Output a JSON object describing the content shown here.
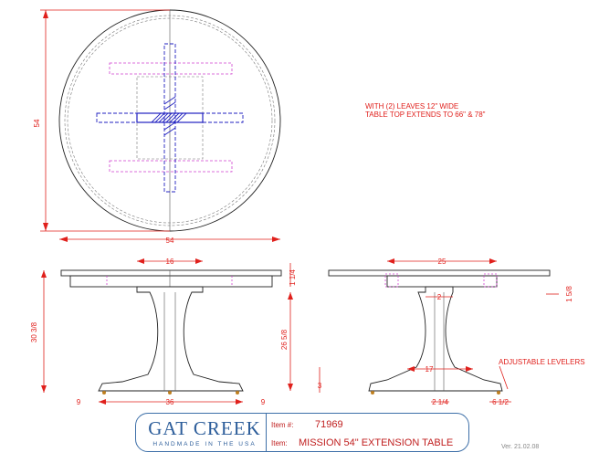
{
  "top_view": {
    "diameter_vertical_label": "54",
    "diameter_horizontal_label": "54"
  },
  "note": {
    "line1": "WITH (2) LEAVES 12\" WIDE",
    "line2": "TABLE TOP EXTENDS TO 66\" & 78\""
  },
  "front_view": {
    "apron_width_label": "16",
    "height_label": "30 3/8",
    "top_thickness_label": "1 1/4",
    "pedestal_height_label": "26 5/8",
    "leveler_height_label": "3",
    "base_width_label": "36",
    "base_offset_left_label": "9",
    "base_offset_right_label": "9"
  },
  "side_view": {
    "apron_width_label": "25",
    "column_label": "2",
    "foot_width_label": "17",
    "apron_depth_label": "1 5/8",
    "levelers_label": "ADJUSTABLE LEVELERS",
    "column_bottom_label": "2 1/4",
    "foot_offset_label": "6 1/2"
  },
  "title_block": {
    "brand_name": "GAT CREEK",
    "brand_tagline": "HANDMADE IN THE USA",
    "item_number_label": "Item #:",
    "item_number": "71969",
    "item_name_label": "Item:",
    "item_name": "MISSION 54\" EXTENSION TABLE"
  },
  "version": "Ver. 21.02.08",
  "colors": {
    "dimension": "#e0201c",
    "leaf_framing": "#d040d0",
    "slide_framing": "#2020c0",
    "brand": "#2c5d9a"
  }
}
